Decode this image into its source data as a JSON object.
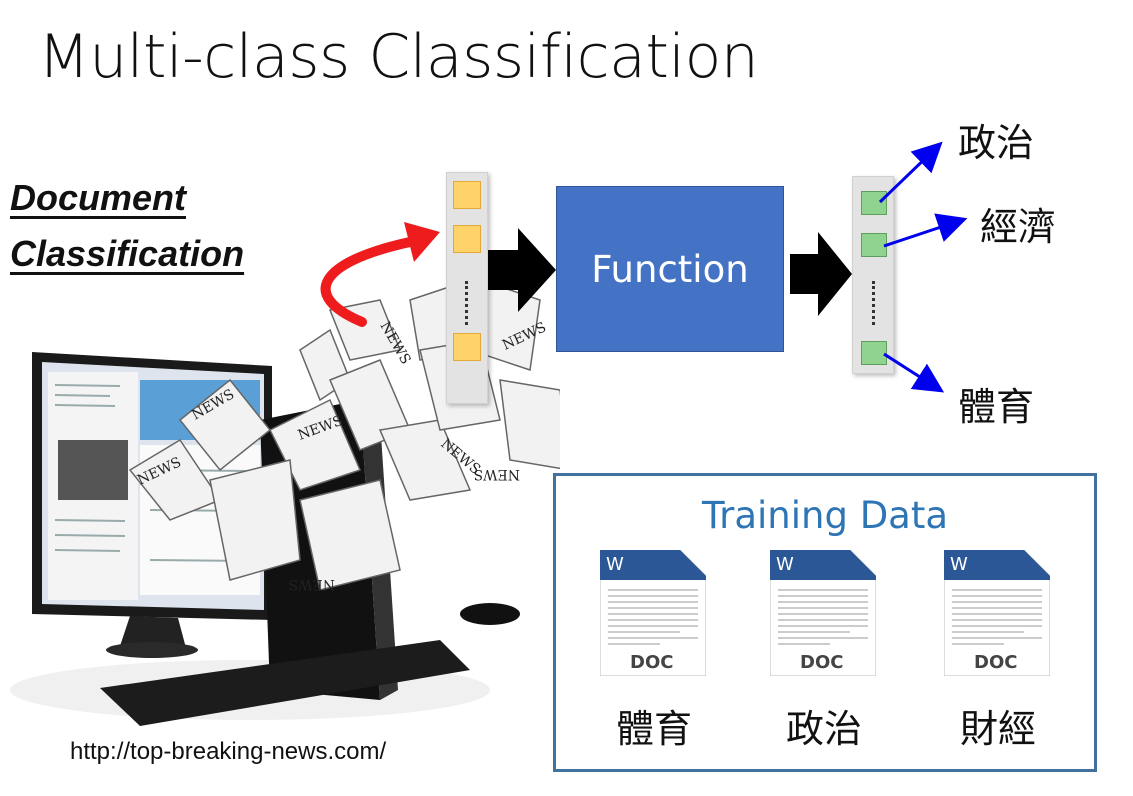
{
  "slide": {
    "title": "Multi-class Classification",
    "subtitle_line1": "Document",
    "subtitle_line2": "Classification",
    "function_label": "Function",
    "outputs": [
      "政治",
      "經濟",
      "體育"
    ],
    "training": {
      "title": "Training Data",
      "documents": [
        {
          "icon_letter": "W",
          "type": "DOC",
          "label": "體育"
        },
        {
          "icon_letter": "W",
          "type": "DOC",
          "label": "政治"
        },
        {
          "icon_letter": "W",
          "type": "DOC",
          "label": "財經"
        }
      ]
    },
    "source_url": "http://top-breaking-news.com/"
  },
  "colors": {
    "function_box": "#4472c4",
    "input_cell": "#ffd369",
    "output_cell": "#8fd38f",
    "red_arrow": "#ee1c1c",
    "blue_arrow": "#0000ee",
    "training_border": "#41719c",
    "training_title": "#2e75b6"
  }
}
